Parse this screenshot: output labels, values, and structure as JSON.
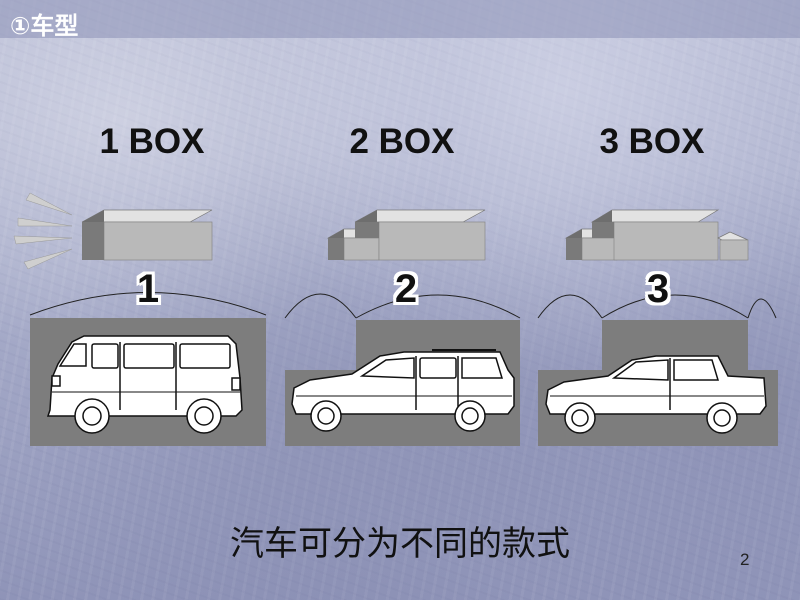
{
  "section_title": "①车型",
  "types": [
    {
      "label": "1 BOX",
      "number": "1"
    },
    {
      "label": "2 BOX",
      "number": "2"
    },
    {
      "label": "3 BOX",
      "number": "3"
    }
  ],
  "caption": "汽车可分为不同的款式",
  "page_number": "2",
  "colors": {
    "panel": "#7d7d7d",
    "box_front": "#b9b9b9",
    "box_top": "#e2e2e2",
    "box_side": "#6e6e6e"
  }
}
